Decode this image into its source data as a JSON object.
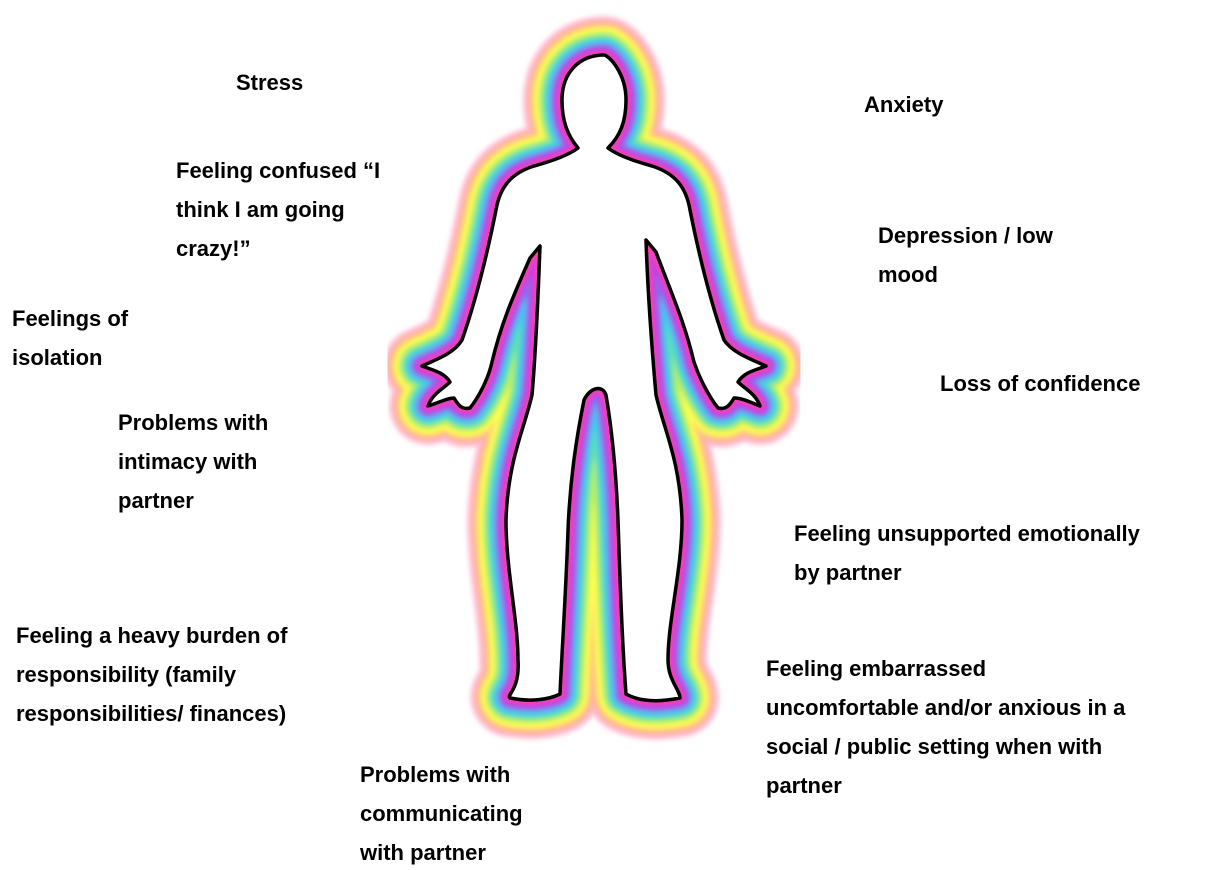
{
  "labels": {
    "stress": [
      "Stress"
    ],
    "confused": [
      "Feeling confused “I",
      "think I am going",
      "crazy!”"
    ],
    "isolation": [
      "Feelings of",
      "isolation"
    ],
    "intimacy": [
      "Problems with",
      "intimacy with",
      "partner"
    ],
    "burden": [
      "Feeling a heavy burden of",
      "responsibility (family",
      "responsibilities/ finances)"
    ],
    "communicating": [
      "Problems with",
      "communicating",
      "with partner"
    ],
    "anxiety": [
      "Anxiety"
    ],
    "depression": [
      "Depression / low",
      "mood"
    ],
    "confidence": [
      "Loss of confidence"
    ],
    "unsupported": [
      "Feeling unsupported emotionally",
      "by partner"
    ],
    "embarrassed": [
      "Feeling embarrassed",
      "uncomfortable and/or anxious in a",
      "social / public setting when with",
      "partner"
    ]
  },
  "aura_colors": [
    "#ffc0d6",
    "#ffb0a0",
    "#ffd070",
    "#ffff50",
    "#b8f060",
    "#60e0b0",
    "#40c8f0",
    "#8070f0",
    "#c040e0",
    "#ff40b0"
  ],
  "outline_color": "#000000"
}
